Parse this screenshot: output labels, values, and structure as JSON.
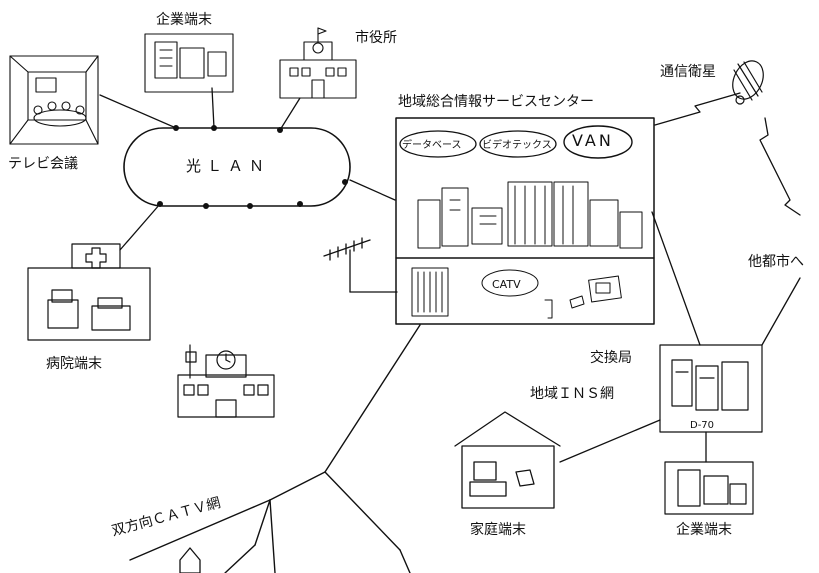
{
  "diagram": {
    "nodes": {
      "tv_conference": "テレビ会議",
      "company_terminal_top": "企業端末",
      "city_hall": "市役所",
      "optical_lan": "光ＬＡＮ",
      "info_center": "地域総合情報サービスセンター",
      "database": "データベース",
      "videotex": "ビデオテックス",
      "van": "VAN",
      "catv": "CATV",
      "satellite": "通信衛星",
      "other_cities": "他都市へ",
      "exchange": "交換局",
      "ins_network": "地域ＩＮＳ網",
      "switch_model": "D-70",
      "hospital_terminal": "病院端末",
      "two_way_catv": "双方向ＣＡＴＶ網",
      "home_terminal": "家庭端末",
      "company_terminal_bottom": "企業端末"
    }
  }
}
